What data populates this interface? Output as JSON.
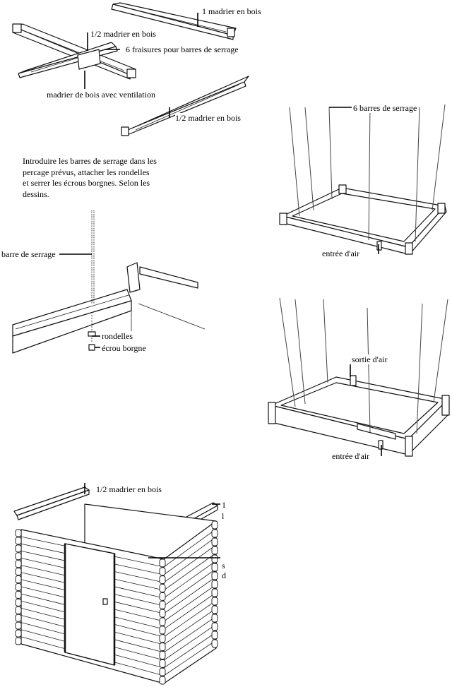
{
  "labels": {
    "full_beam": "1 madrier en bois",
    "half_beam_top": "1/2 madrier en bois",
    "holes": "6 fraisures pour barres de serrage",
    "vent_beam": "madrier de bois  avec ventilation",
    "half_beam_mid": "1/2 madrier en bois",
    "rods": "6 barres de serrage",
    "rod_single": "barre de serrage",
    "inlet_1": "entrée d'air",
    "washers": "rondelles",
    "nut": "écrou borgne",
    "outlet": "sortie d'air",
    "inlet_2": "entrée d'air",
    "half_beam_bottom": "1/2 madrier en bois"
  },
  "instructions": {
    "lines": [
      "Introduire les barres de serrage dans les",
      "percage prévus, attacher les rondelles",
      "et serrer les écrous borgnes. Selon les",
      "dessins."
    ]
  },
  "cut_off": {
    "a": "1",
    "b": "l",
    "c": "s",
    "d": "d"
  }
}
